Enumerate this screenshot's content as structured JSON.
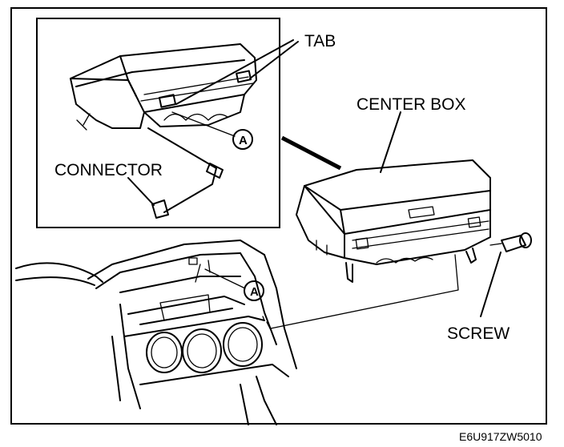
{
  "labels": {
    "tab": "TAB",
    "center_box": "CENTER BOX",
    "connector": "CONNECTOR",
    "screw": "SCREW"
  },
  "callouts": {
    "inset": "A",
    "dashboard": "A"
  },
  "figure_code": "E6U917ZW5010"
}
